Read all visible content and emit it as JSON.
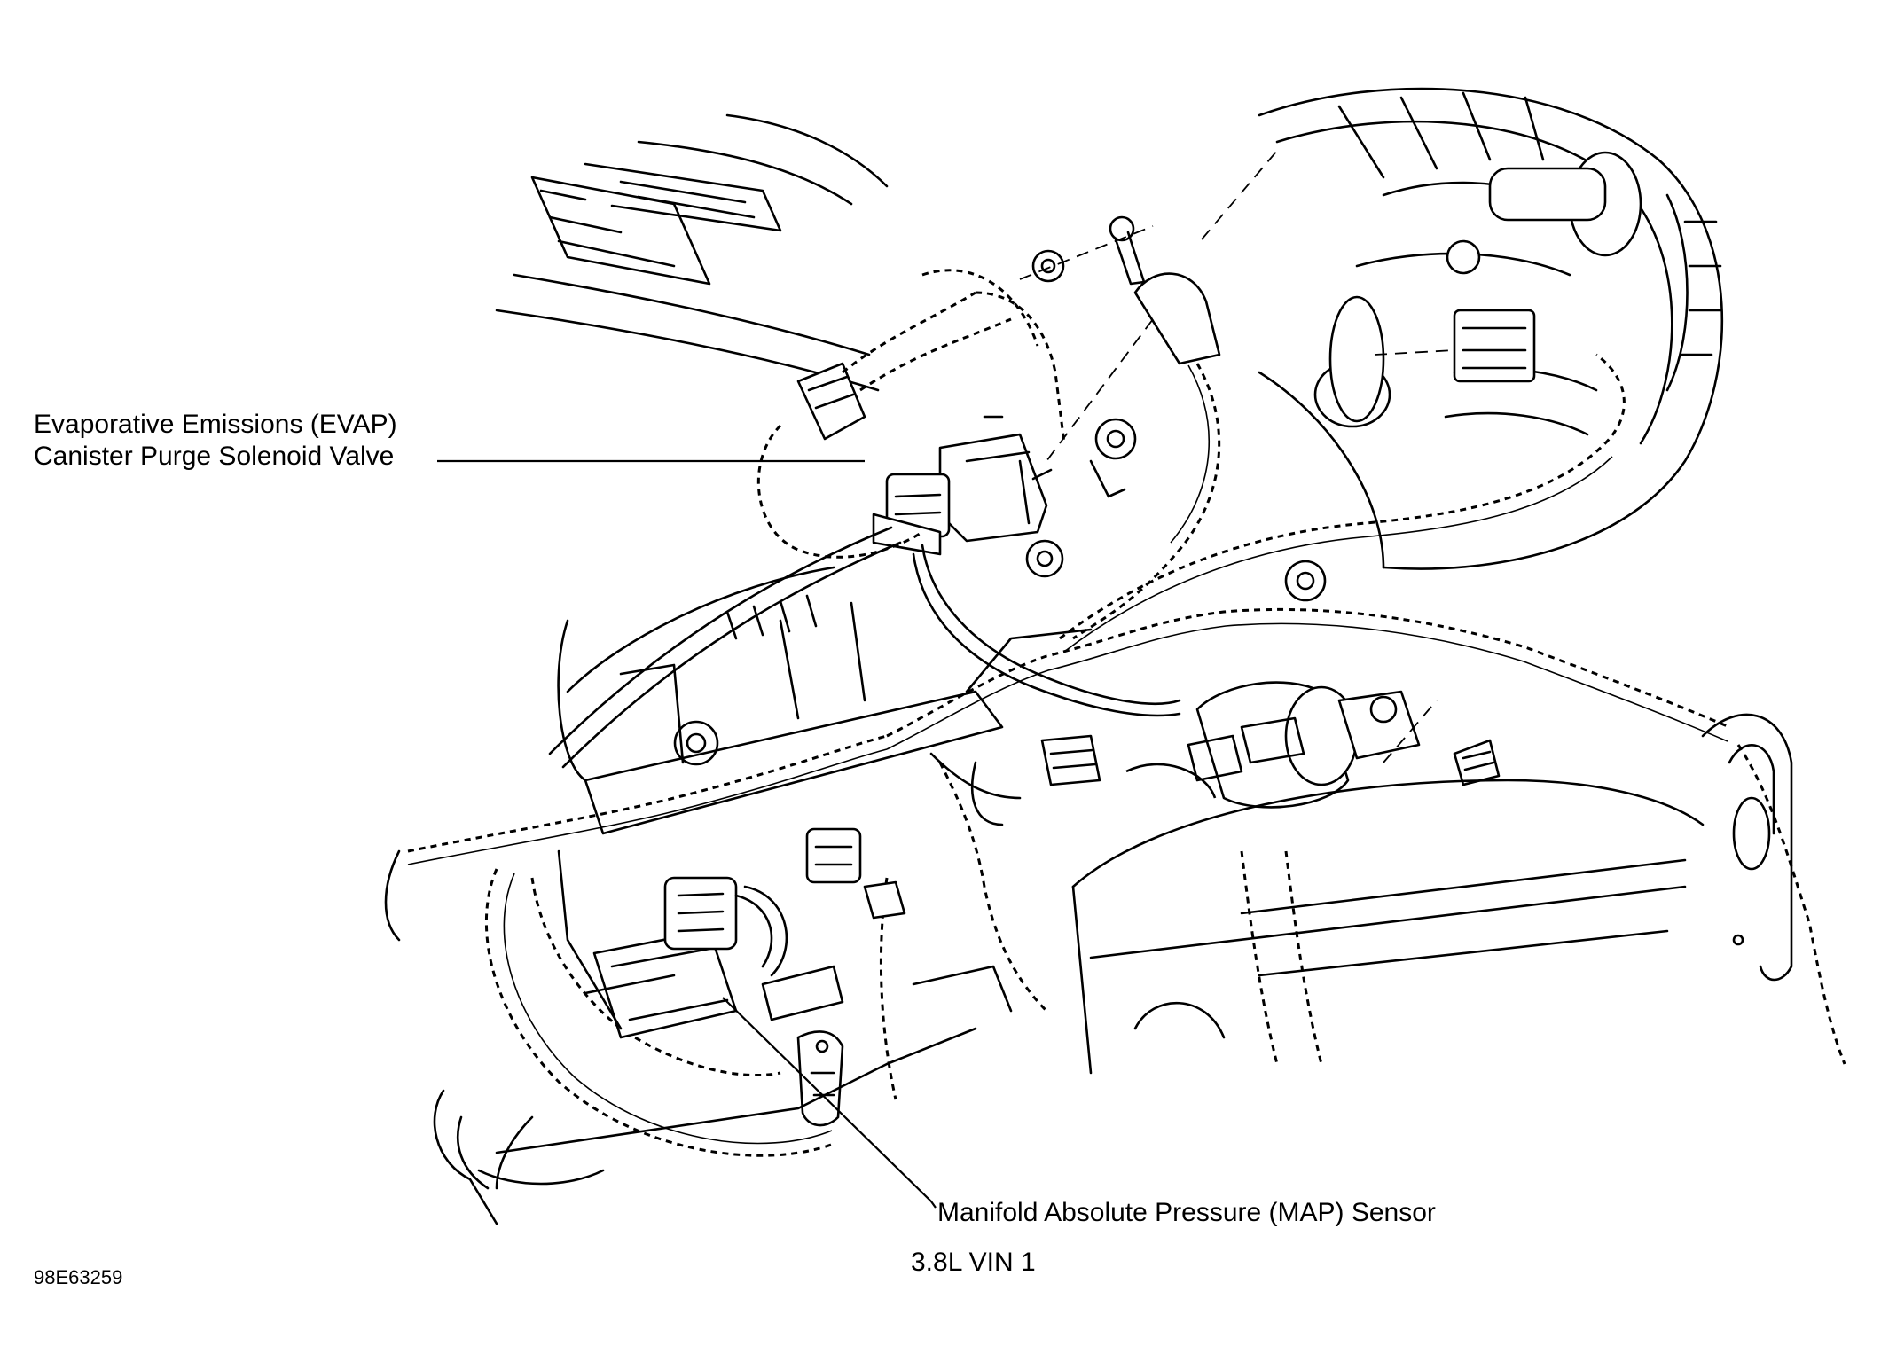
{
  "callouts": {
    "evap_line1": "Evaporative Emissions (EVAP)",
    "evap_line2": "Canister Purge Solenoid Valve",
    "map_sensor": "Manifold Absolute Pressure (MAP) Sensor"
  },
  "engine_label": "3.8L VIN 1",
  "figure_id": "98E63259"
}
